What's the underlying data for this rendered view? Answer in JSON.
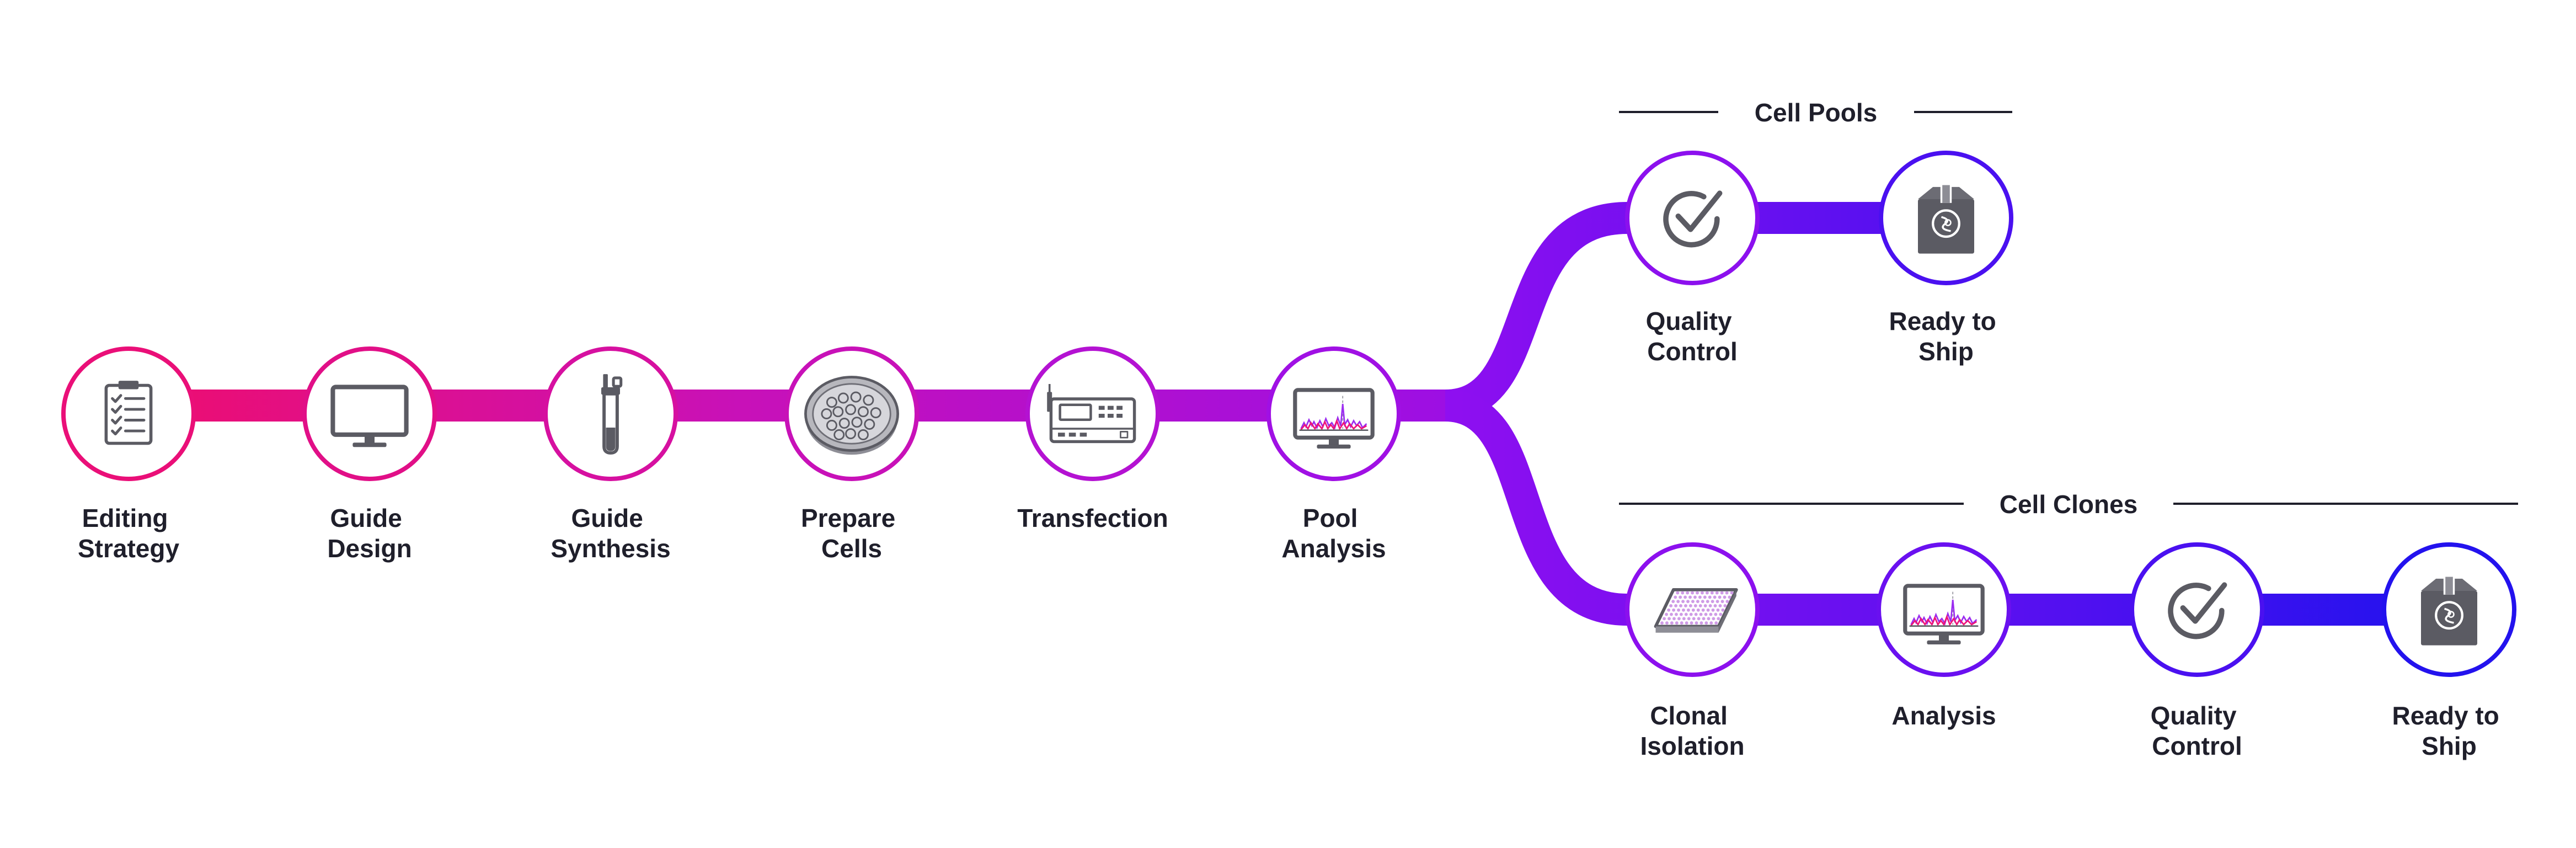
{
  "colors": {
    "track_start": "#ee0e6e",
    "track_mid": "#b012d8",
    "track_branch": "#8a0ff2",
    "track_end": "#1f12ee",
    "icon_gray": "#5b5b63",
    "label_text": "#1f1f2b",
    "plate_wells": "#cf9be6"
  },
  "main_steps": [
    {
      "id": "editing-strategy",
      "icon": "clipboard-checklist-icon",
      "label_lines": [
        "Editing",
        "Strategy"
      ]
    },
    {
      "id": "guide-design",
      "icon": "monitor-icon",
      "label_lines": [
        "Guide",
        "Design"
      ]
    },
    {
      "id": "guide-synthesis",
      "icon": "test-tube-icon",
      "label_lines": [
        "Guide",
        "Synthesis"
      ]
    },
    {
      "id": "prepare-cells",
      "icon": "petri-dish-icon",
      "label_lines": [
        "Prepare",
        "Cells"
      ]
    },
    {
      "id": "transfection",
      "icon": "electroporation-device-icon",
      "label_lines": [
        "Transfection"
      ]
    },
    {
      "id": "pool-analysis",
      "icon": "chart-monitor-icon",
      "label_lines": [
        "Pool",
        "Analysis"
      ]
    }
  ],
  "groups": {
    "cell_pools": {
      "title": "Cell Pools",
      "steps": [
        {
          "id": "pools-quality-control",
          "icon": "checkmark-icon",
          "label_lines": [
            "Quality",
            "Control"
          ]
        },
        {
          "id": "pools-ready-to-ship",
          "icon": "shipping-box-icon",
          "label_lines": [
            "Ready to",
            "Ship"
          ]
        }
      ]
    },
    "cell_clones": {
      "title": "Cell Clones",
      "steps": [
        {
          "id": "clonal-isolation",
          "icon": "well-plate-icon",
          "label_lines": [
            "Clonal",
            "Isolation"
          ]
        },
        {
          "id": "clones-analysis",
          "icon": "chart-monitor-icon",
          "label_lines": [
            "Analysis"
          ]
        },
        {
          "id": "clones-quality-control",
          "icon": "checkmark-icon",
          "label_lines": [
            "Quality",
            "Control"
          ]
        },
        {
          "id": "clones-ready-to-ship",
          "icon": "shipping-box-icon",
          "label_lines": [
            "Ready to",
            "Ship"
          ]
        }
      ]
    }
  }
}
